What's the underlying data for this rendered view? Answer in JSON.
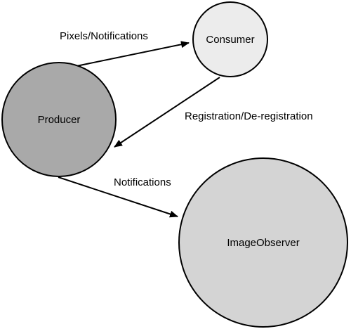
{
  "nodes": {
    "consumer": {
      "label": "Consumer",
      "fill": "#ececec"
    },
    "producer": {
      "label": "Producer",
      "fill": "#a9a9a9"
    },
    "image_observer": {
      "label": "ImageObserver",
      "fill": "#d4d4d4"
    }
  },
  "edges": {
    "producer_to_consumer": {
      "label": "Pixels/Notifications"
    },
    "consumer_to_producer": {
      "label": "Registration/De-registration"
    },
    "producer_to_observer": {
      "label": "Notifications"
    }
  },
  "colors": {
    "stroke": "#000000",
    "background": "#ffffff"
  }
}
